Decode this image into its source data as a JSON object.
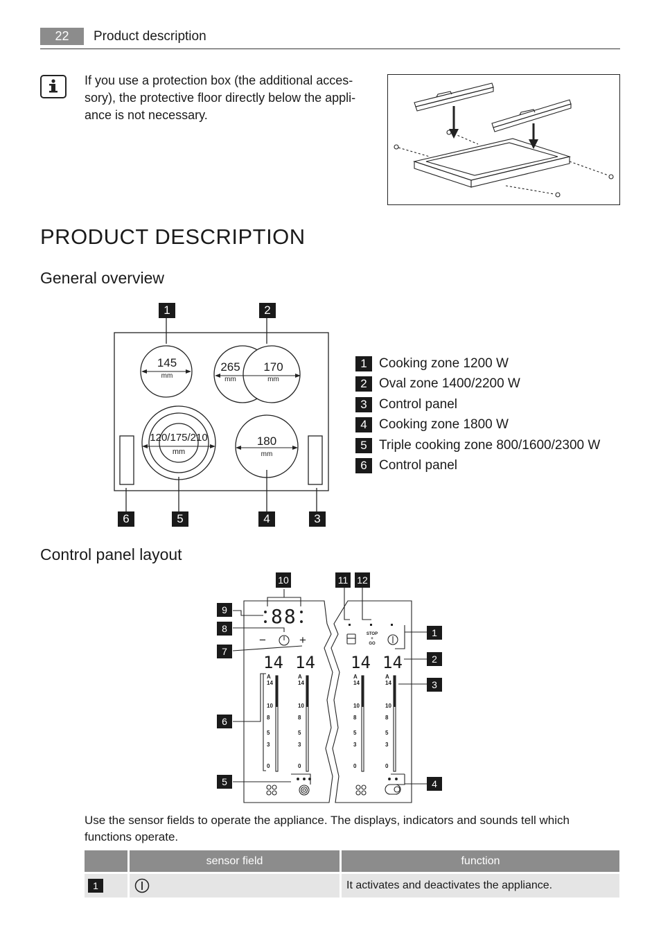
{
  "header": {
    "page_number": "22",
    "section_title": "Product description"
  },
  "info_note": {
    "icon": "info-icon",
    "lines": [
      "If you use a protection box (the additional acces-",
      "sory), the protective floor directly below the appli-",
      "ance is not necessary."
    ]
  },
  "main_heading": "PRODUCT DESCRIPTION",
  "general_overview": {
    "heading": "General overview",
    "callouts": {
      "top": [
        "1",
        "2"
      ],
      "bottom": [
        "6",
        "5",
        "4",
        "3"
      ]
    },
    "zones": [
      {
        "size": "145",
        "unit": "mm"
      },
      {
        "size": "265",
        "unit": "mm"
      },
      {
        "size": "170",
        "unit": "mm"
      },
      {
        "size": "120/175/210",
        "unit": "mm"
      },
      {
        "size": "180",
        "unit": "mm"
      }
    ],
    "legend": [
      {
        "num": "1",
        "label": "Cooking zone 1200 W"
      },
      {
        "num": "2",
        "label": "Oval zone 1400/2200 W"
      },
      {
        "num": "3",
        "label": "Control panel"
      },
      {
        "num": "4",
        "label": "Cooking zone 1800 W"
      },
      {
        "num": "5",
        "label": "Triple cooking zone 800/1600/2300 W"
      },
      {
        "num": "6",
        "label": "Control panel"
      }
    ]
  },
  "control_panel_layout": {
    "heading": "Control panel layout",
    "callouts": {
      "top": [
        "10",
        "11",
        "12"
      ],
      "left": [
        "9",
        "8",
        "7",
        "6",
        "5"
      ],
      "right": [
        "1",
        "2",
        "3",
        "4"
      ]
    },
    "timer_display": "88",
    "timer_minus": "−",
    "timer_plus": "+",
    "zone_displays": [
      "14",
      "14",
      "14",
      "14"
    ],
    "scale_labels": [
      "A",
      "14",
      "10",
      "8",
      "5",
      "3",
      "0"
    ],
    "stop_go": [
      "STOP",
      "+",
      "GO"
    ]
  },
  "intro_paragraph": "Use the sensor fields to operate the appliance. The displays, indicators and sounds tell which functions operate.",
  "table": {
    "headers": [
      "",
      "sensor field",
      "function"
    ],
    "rows": [
      {
        "num": "1",
        "icon": "power-icon",
        "function": "It activates and deactivates the appliance."
      }
    ]
  }
}
